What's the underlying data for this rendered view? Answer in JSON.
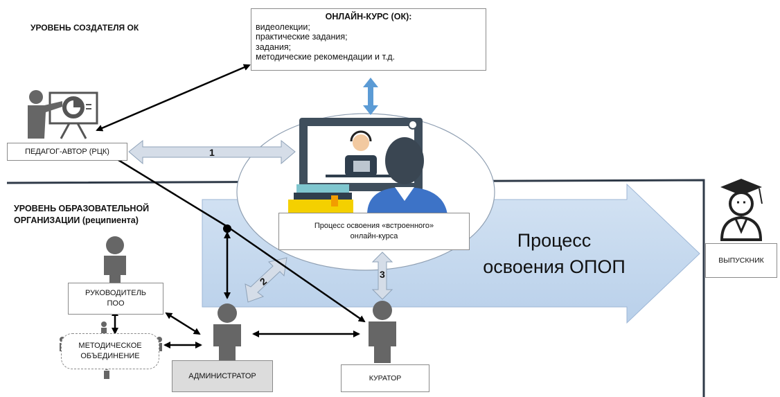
{
  "levels": {
    "creator": "УРОВЕНЬ СОЗДАТЕЛЯ ОК",
    "organization_line1": "УРОВЕНЬ ОБРАЗОВАТЕЛЬНОЙ",
    "organization_line2": "ОРГАНИЗАЦИИ (реципиента)"
  },
  "course": {
    "title": "ОНЛАЙН-КУРС (ОК):",
    "items": [
      "видеолекции;",
      "практические  задания;",
      "задания;",
      "методические  рекомендации  и т.д."
    ]
  },
  "nodes": {
    "author": "ПЕДАГОГ-АВТОР (РЦК)",
    "inner_process_line1": "Процесс освоения «встроенного»",
    "inner_process_line2": "онлайн-курса",
    "opop_line1": "Процесс",
    "opop_line2": "освоения ОПОП",
    "graduate": "ВЫПУСКНИК",
    "head_line1": "РУКОВОДИТЕЛЬ",
    "head_line2": "ПОО",
    "method_line1": "МЕТОДИЧЕСКОЕ",
    "method_line2": "ОБЪЕДИНЕНИЕ",
    "admin": "АДМИНИСТРАТОР",
    "curator": "КУРАТОР"
  },
  "connectors": {
    "n1": "1",
    "n2": "2",
    "n3": "3"
  },
  "colors": {
    "main_arrow": "#c5d9ef",
    "main_arrow_stroke": "#9db6d6",
    "connector_fill": "#d5dde8",
    "vertical_arrow": "#5b9bd5",
    "person": "#666666",
    "line": "#000000",
    "frame": "#2f3a48"
  }
}
